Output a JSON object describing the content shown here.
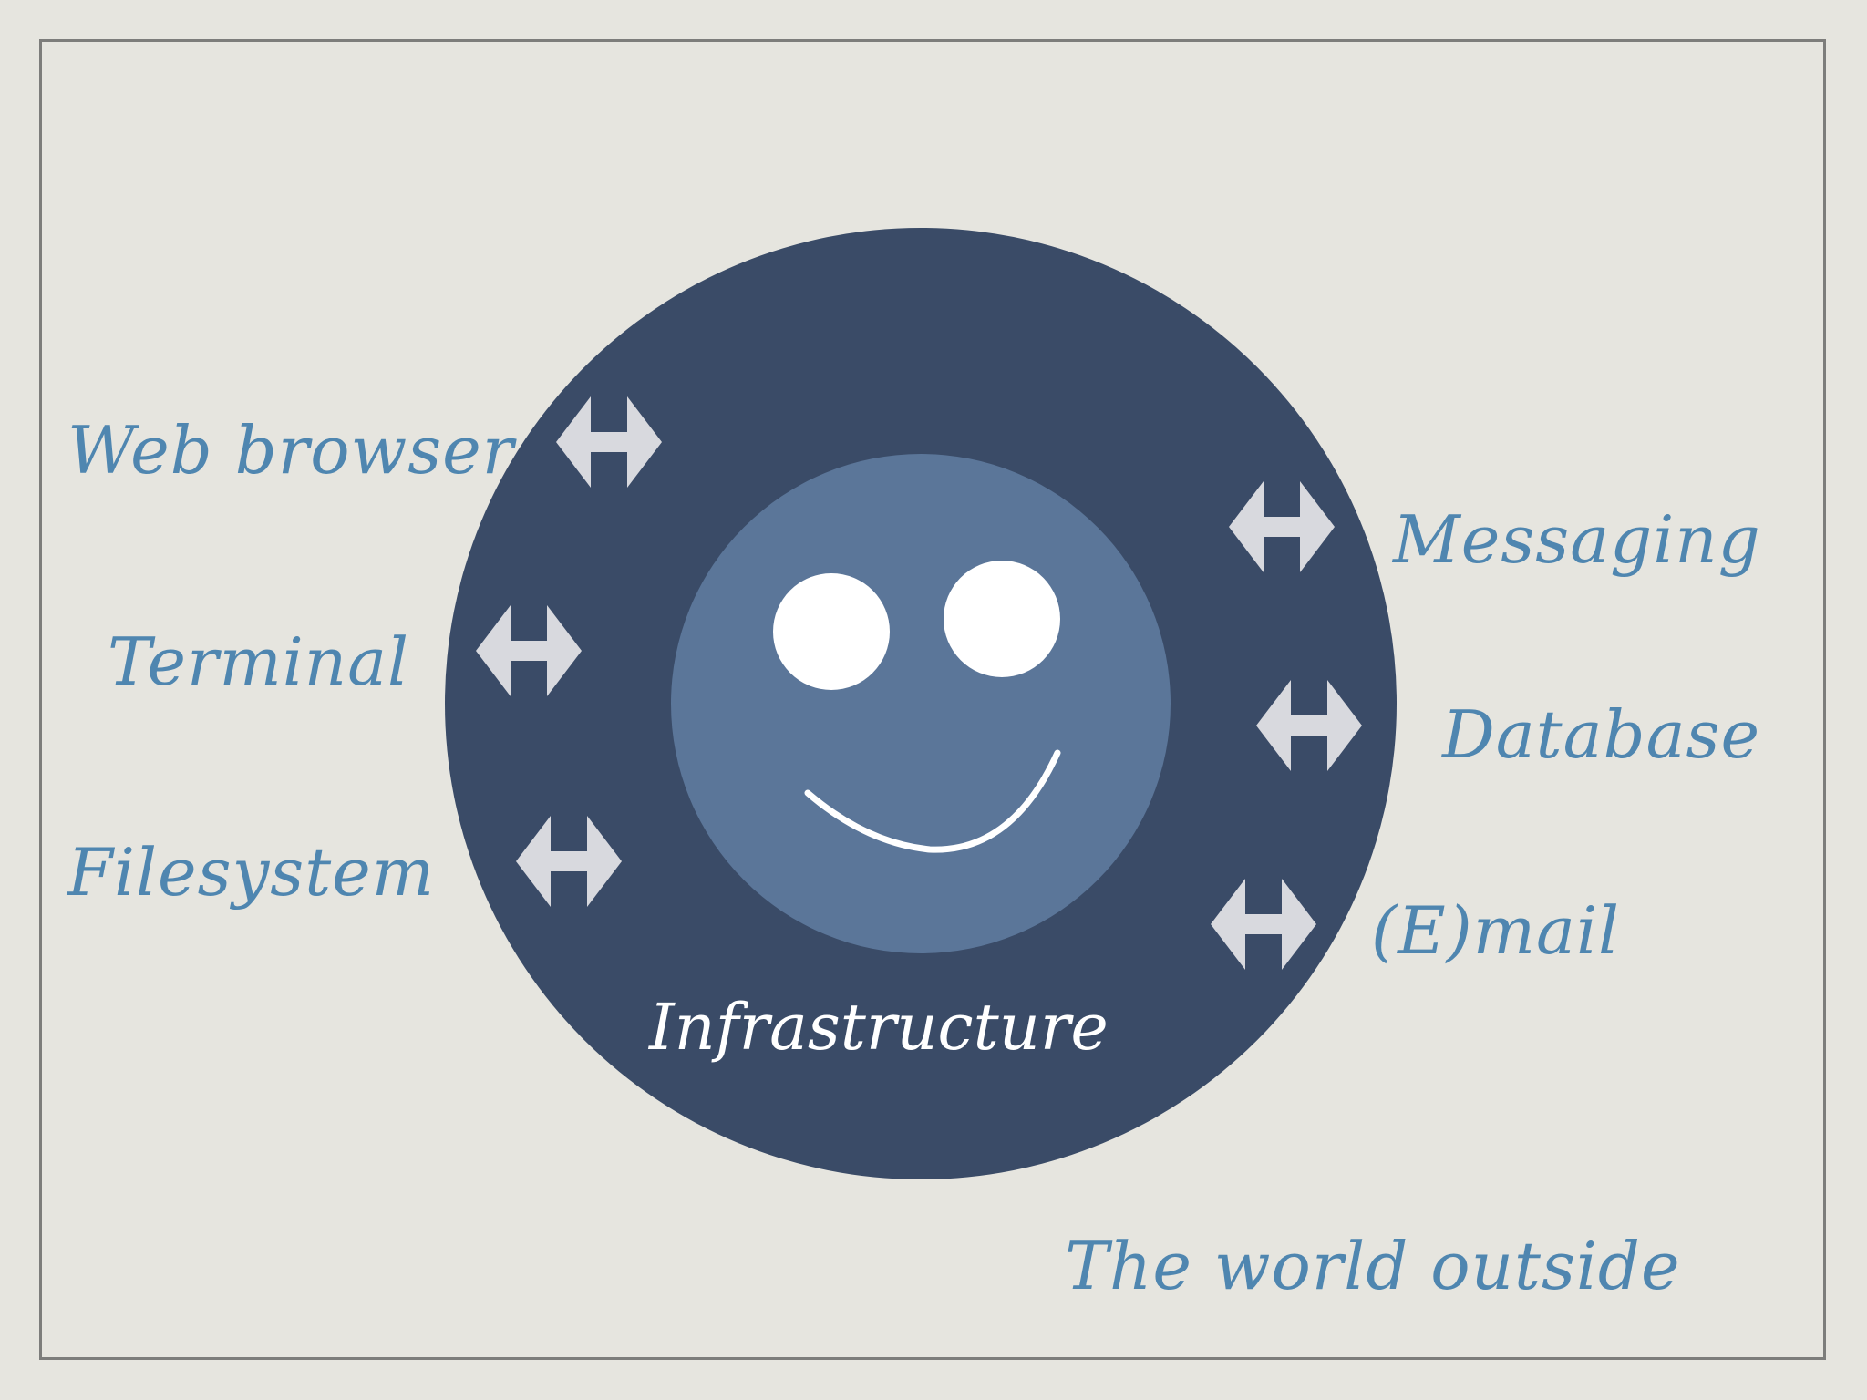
{
  "diagram": {
    "center_label": "Infrastructure",
    "outside_label": "The world outside",
    "left_connections": [
      "Web browser",
      "Terminal",
      "Filesystem"
    ],
    "right_connections": [
      "Messaging",
      "Database",
      "(E)mail"
    ],
    "colors": {
      "background": "#e6e5df",
      "outer_circle": "#3a4b67",
      "inner_circle": "#5b7699",
      "label_text": "#4f86b0",
      "arrow_fill": "#d8d9de",
      "face": "#ffffff"
    },
    "icons": {
      "connector": "double-arrow-icon",
      "face": "smiley-face-icon"
    }
  }
}
